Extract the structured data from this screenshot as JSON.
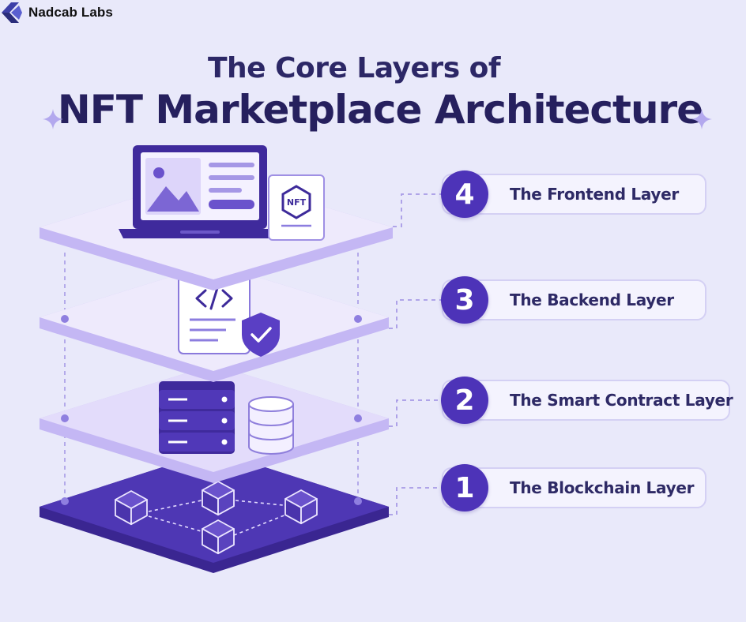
{
  "brand": {
    "name": "Nadcab Labs",
    "logo_icon": "nadcab-logo-icon"
  },
  "title": {
    "line1": "The Core Layers of",
    "line2": "NFT Marketplace Architecture"
  },
  "layers": [
    {
      "number": "4",
      "label": "The Frontend Layer"
    },
    {
      "number": "3",
      "label": "The Backend Layer"
    },
    {
      "number": "2",
      "label": "The Smart Contract Layer"
    },
    {
      "number": "1",
      "label": "The Blockchain Layer"
    }
  ],
  "badge": {
    "nft": "NFT"
  },
  "icons": {
    "frontend": "laptop-icon",
    "backend_code": "code-document-icon",
    "backend_security": "shield-check-icon",
    "smart_contract_server": "server-rack-icon",
    "smart_contract_db": "database-icon",
    "blockchain": "blockchain-cubes-icon",
    "decor": "sparkle-icon"
  },
  "colors": {
    "background": "#e9e9fa",
    "accent": "#4d33b8",
    "title": "#26205e",
    "platform_light": "#eeeafc",
    "platform_dark": "#4a35b0"
  }
}
